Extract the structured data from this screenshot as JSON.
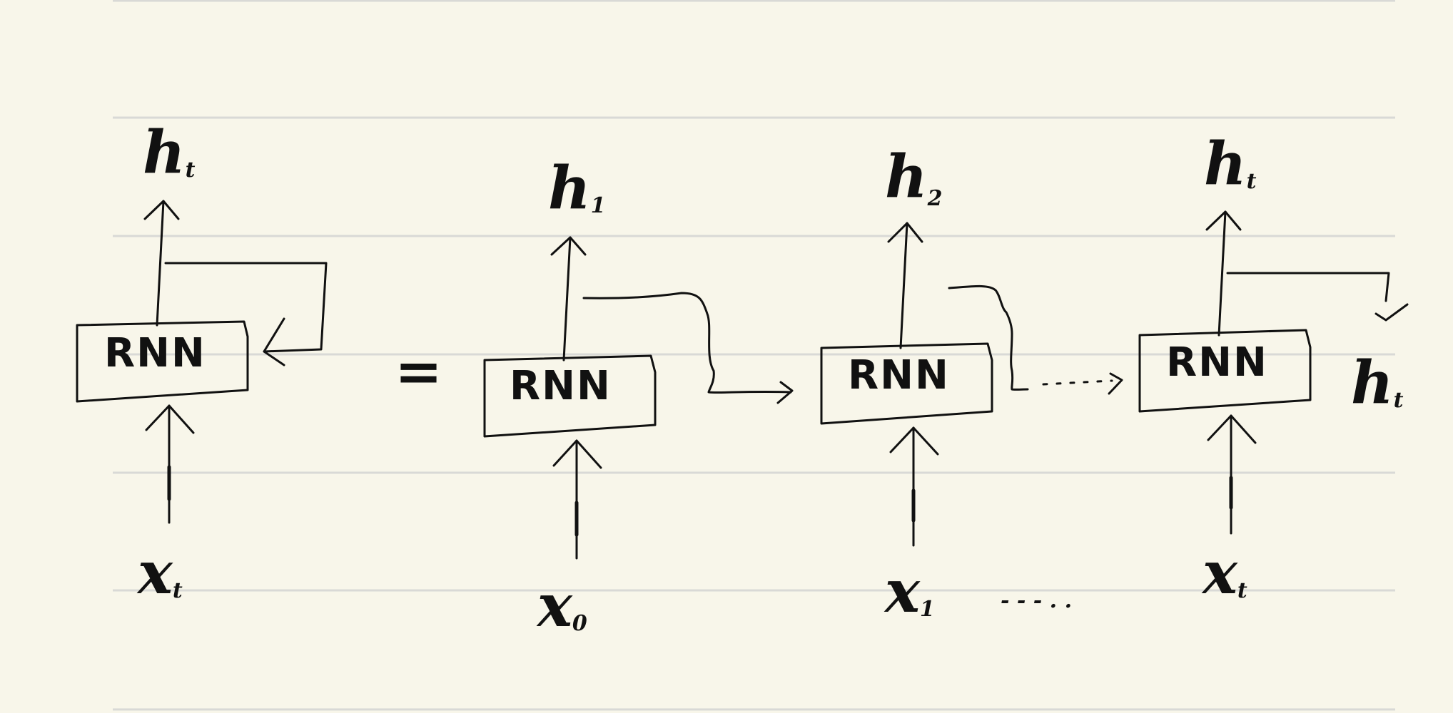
{
  "rolled": {
    "cell_label": "RNN",
    "output_label": {
      "base": "h",
      "sub": "t"
    },
    "input_label": {
      "base": "x",
      "sub": "t"
    }
  },
  "equals_sign": "=",
  "unrolled": [
    {
      "cell_label": "RNN",
      "output_label": {
        "base": "h",
        "sub": "1"
      },
      "input_label": {
        "base": "x",
        "sub": "0"
      }
    },
    {
      "cell_label": "RNN",
      "output_label": {
        "base": "h",
        "sub": "2"
      },
      "input_label": {
        "base": "x",
        "sub": "1"
      }
    },
    {
      "cell_label": "RNN",
      "output_label": {
        "base": "h",
        "sub": "t"
      },
      "input_label": {
        "base": "x",
        "sub": "t"
      }
    }
  ],
  "final_output_label": {
    "base": "h",
    "sub": "t"
  },
  "input_ellipsis": "- - - . .",
  "ink_color": "#111111",
  "paper_color": "#f8f6ea",
  "rule_color": "#d9d9d6"
}
